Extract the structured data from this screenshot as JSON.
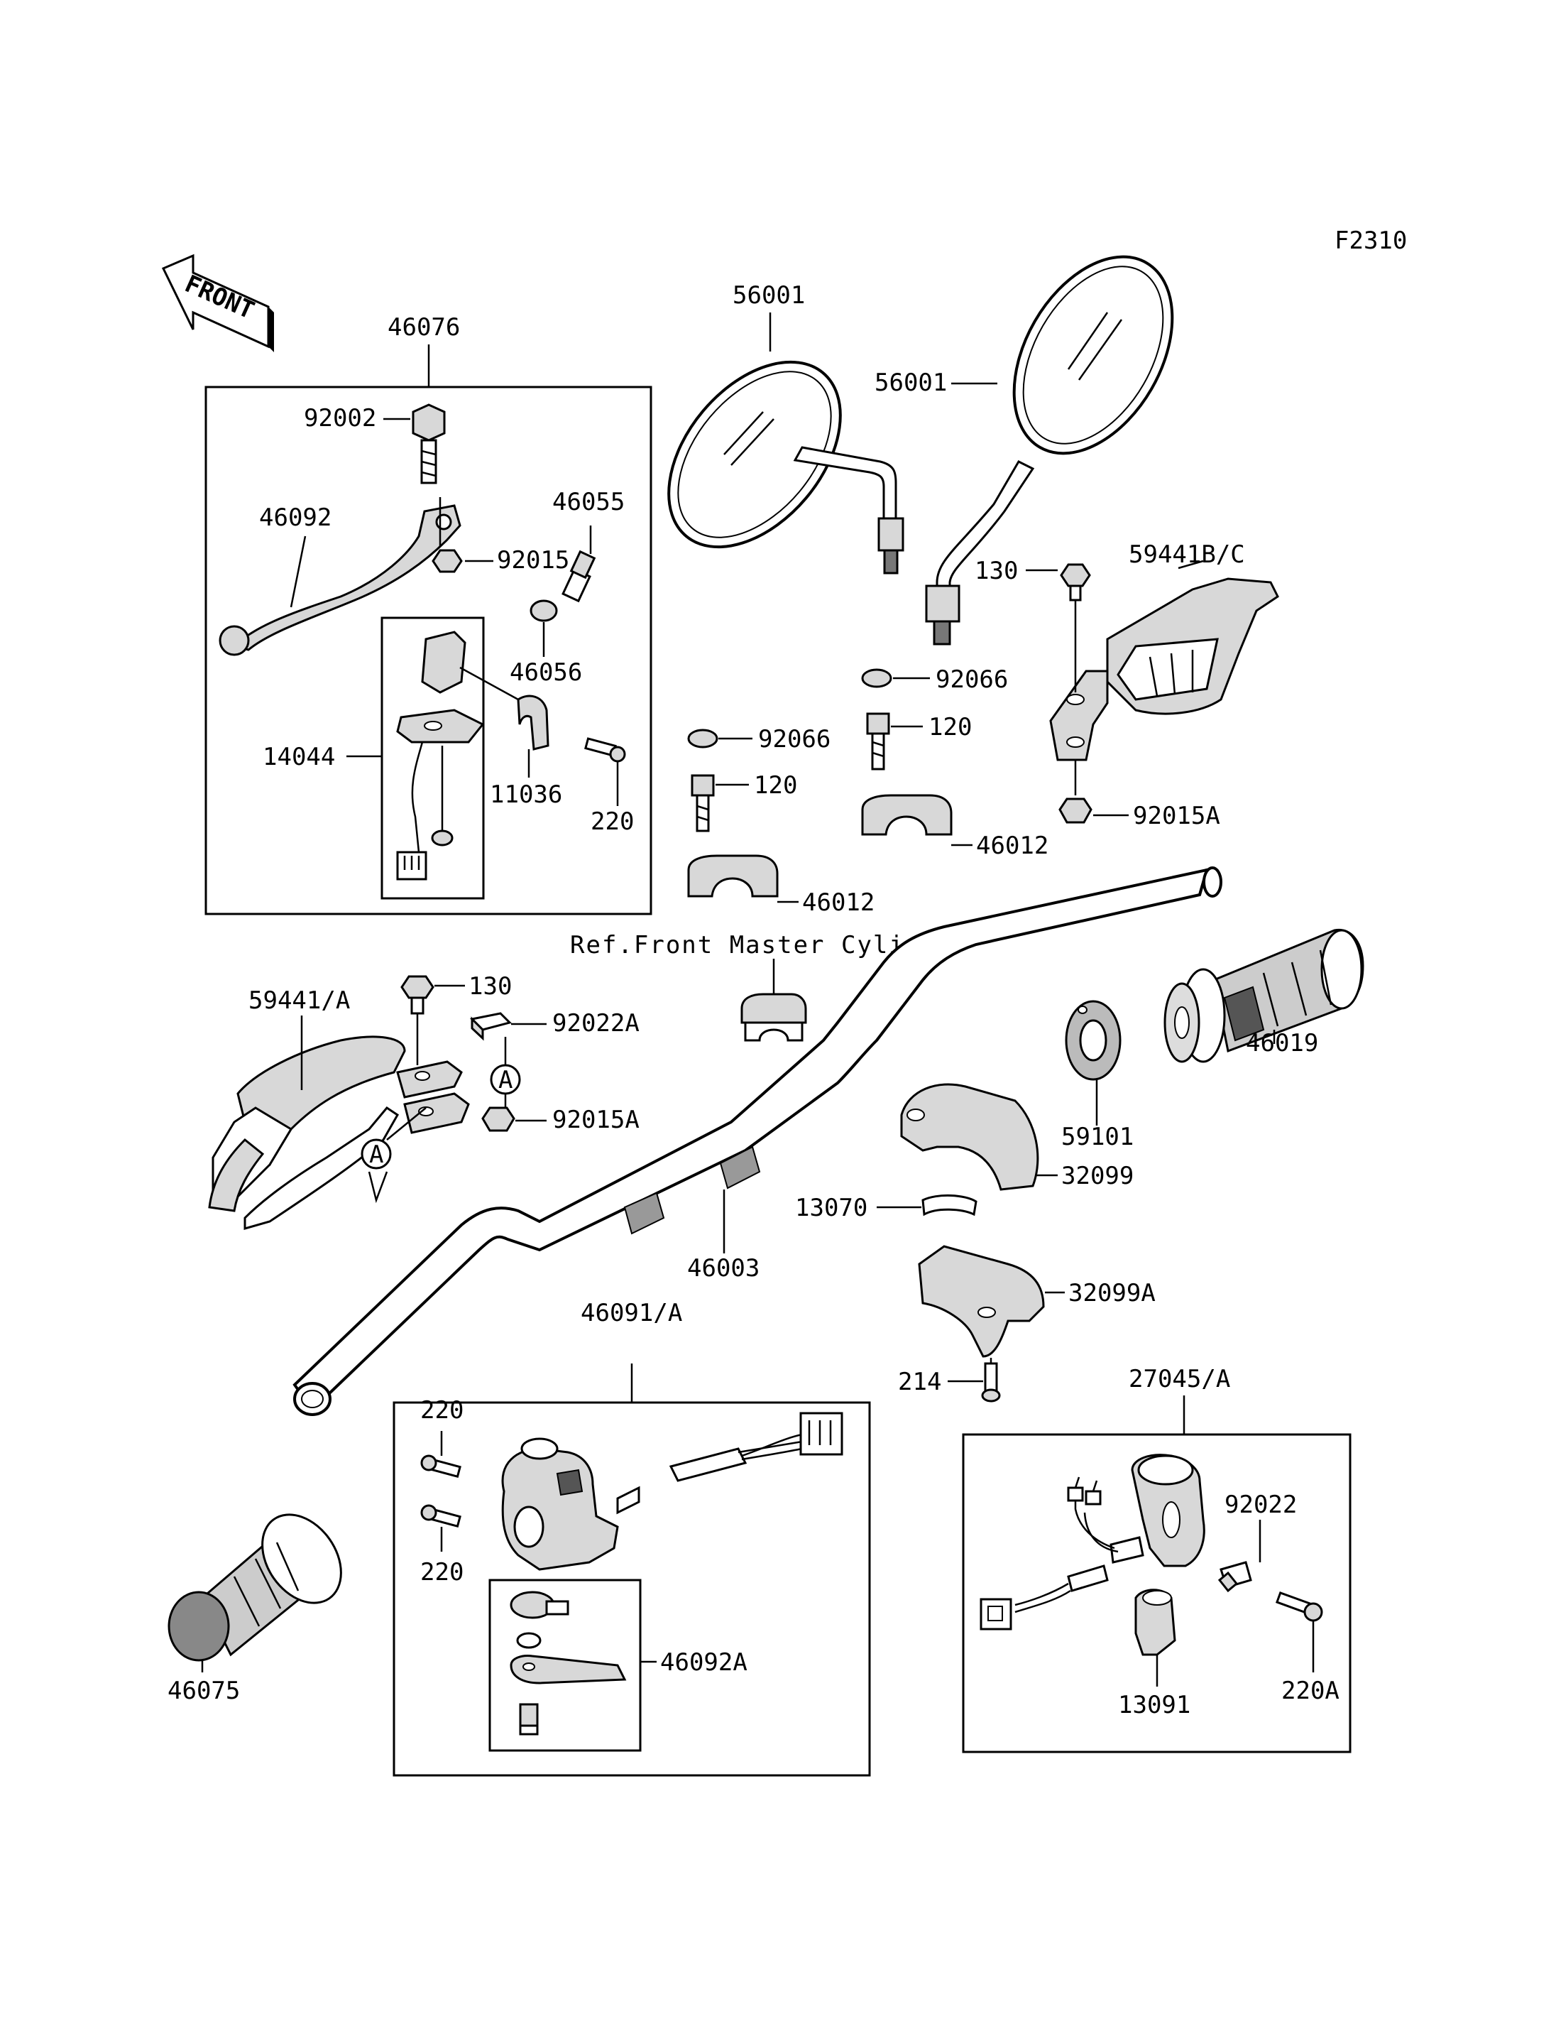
{
  "figure_code": "F2310",
  "front_arrow_text": "FRONT",
  "ref_note": "Ref.Front Master Cylinder",
  "callouts": {
    "p46076": "46076",
    "p92002": "92002",
    "p46092": "46092",
    "p92015": "92015",
    "p46055": "46055",
    "p46056": "46056",
    "p14044": "14044",
    "p11036": "11036",
    "p220_top": "220",
    "p56001_a": "56001",
    "p56001_b": "56001",
    "p130_right": "130",
    "p59441bc": "59441B/C",
    "p92066_right": "92066",
    "p120_right": "120",
    "p92015a_right": "92015A",
    "p46012_right": "46012",
    "p92066_left": "92066",
    "p120_left": "120",
    "p46012_left": "46012",
    "p59441a": "59441/A",
    "p130_left": "130",
    "p92022a": "92022A",
    "p92015a_left": "92015A",
    "p46019": "46019",
    "p59101": "59101",
    "p32099": "32099",
    "p13070": "13070",
    "p46003": "46003",
    "p32099a": "32099A",
    "p46091a": "46091/A",
    "p214": "214",
    "p27045a": "27045/A",
    "p220_sw_top": "220",
    "p220_sw_bottom": "220",
    "p46092a": "46092A",
    "p46075": "46075",
    "p92022": "92022",
    "p220a": "220A",
    "p13091": "13091"
  },
  "detail_markers": {
    "a1": "A",
    "a2": "A"
  }
}
